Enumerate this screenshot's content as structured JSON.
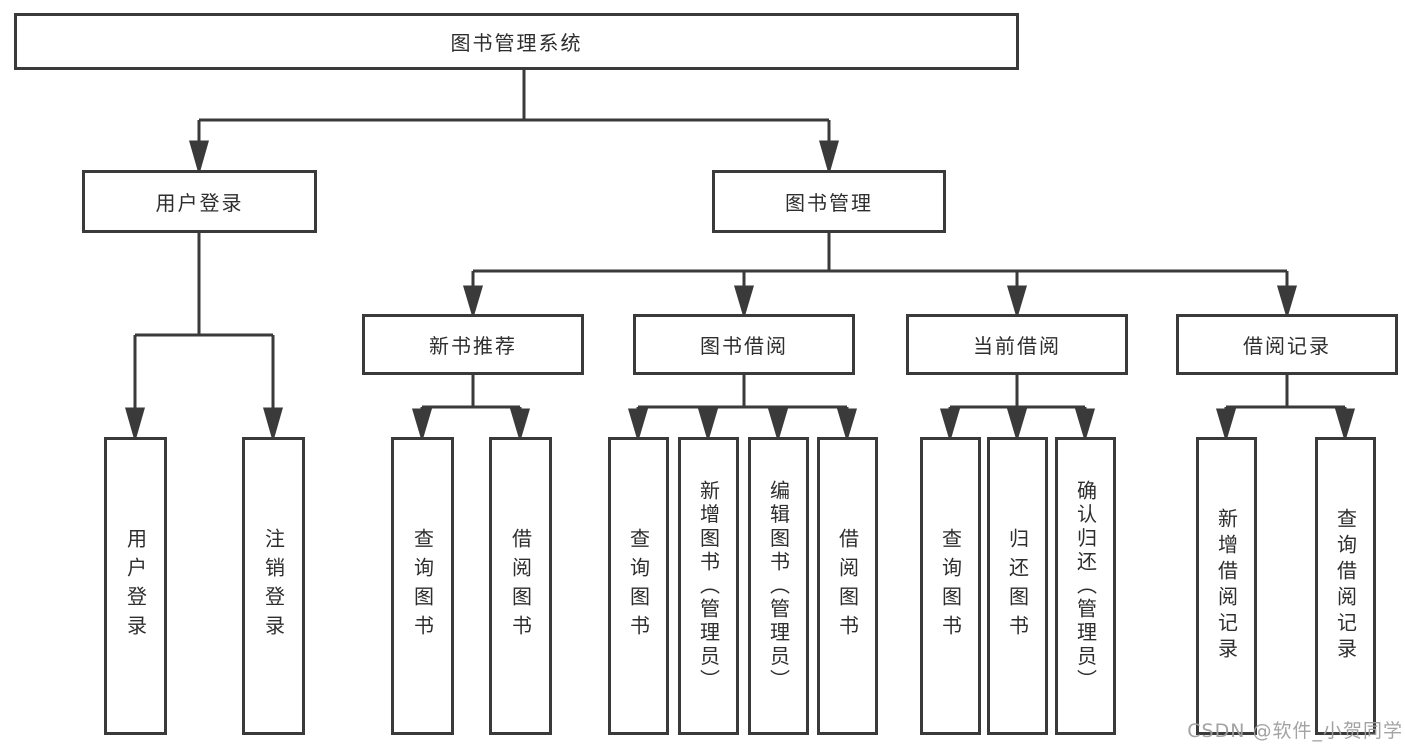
{
  "diagram": {
    "type": "tree",
    "title": "图书管理系统",
    "colors": {
      "line": "#3a3a3a",
      "box_background": "#ffffff",
      "text": "#2e2e2e",
      "watermark": "#9e9e9e"
    },
    "watermark": {
      "text": "CSDN @软件_小贺同学"
    },
    "tree": {
      "label": "图书管理系统",
      "children": [
        {
          "label": "用户登录",
          "children": [
            {
              "label": "用户登录"
            },
            {
              "label": "注销登录"
            }
          ]
        },
        {
          "label": "图书管理",
          "children": [
            {
              "label": "新书推荐",
              "children": [
                {
                  "label": "查询图书"
                },
                {
                  "label": "借阅图书"
                }
              ]
            },
            {
              "label": "图书借阅",
              "children": [
                {
                  "label": "查询图书"
                },
                {
                  "label": "新增图书（管理员）"
                },
                {
                  "label": "编辑图书（管理员）"
                },
                {
                  "label": "借阅图书"
                }
              ]
            },
            {
              "label": "当前借阅",
              "children": [
                {
                  "label": "查询图书"
                },
                {
                  "label": "归还图书"
                },
                {
                  "label": "确认归还（管理员）"
                }
              ]
            },
            {
              "label": "借阅记录",
              "children": [
                {
                  "label": "新增借阅记录"
                },
                {
                  "label": "查询借阅记录"
                }
              ]
            }
          ]
        }
      ]
    }
  }
}
